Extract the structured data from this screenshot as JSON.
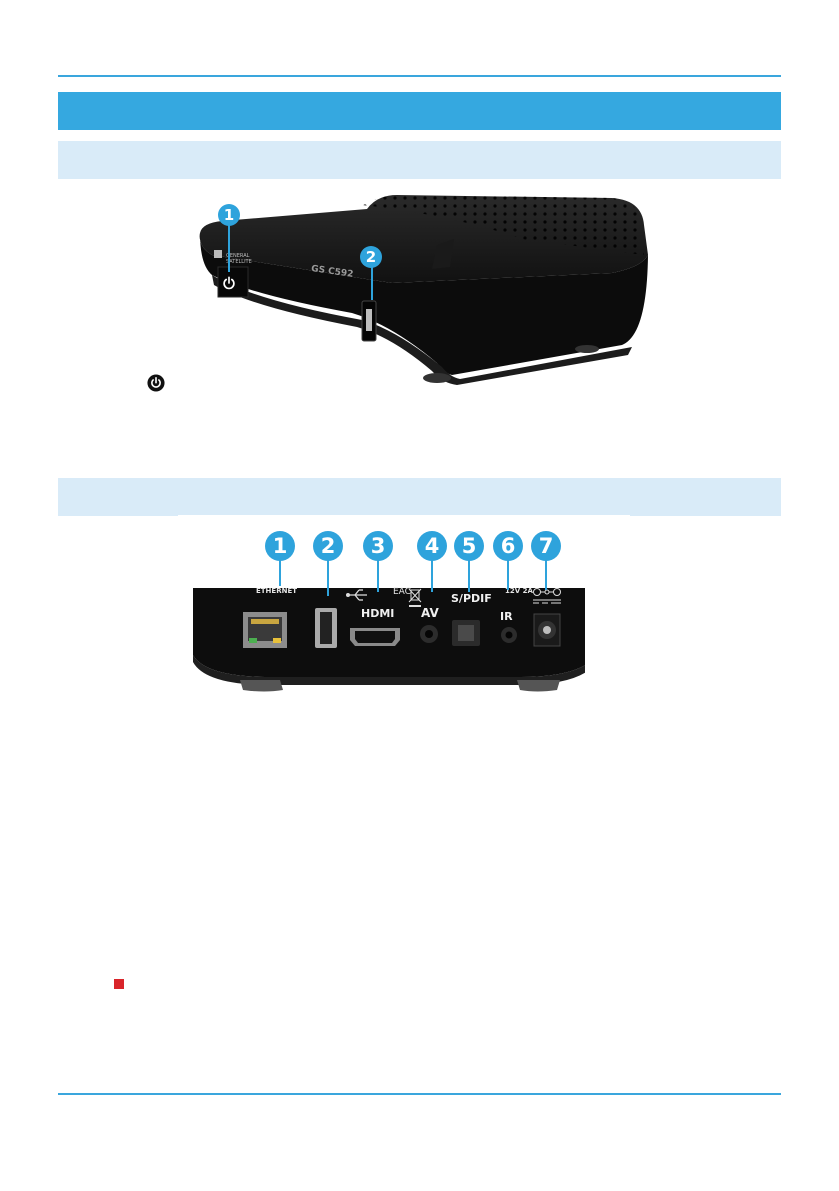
{
  "front_panel": {
    "model_label": "GS C592",
    "callouts": [
      "1",
      "2"
    ]
  },
  "rear_panel": {
    "callouts": [
      "1",
      "2",
      "3",
      "4",
      "5",
      "6",
      "7"
    ],
    "port_labels": {
      "ethernet": "ETHERNET",
      "hdmi": "HDMI",
      "av": "AV",
      "spdif": "S/PDIF",
      "ir": "IR",
      "power_rating": "12V 2A",
      "eac_mark": "EAC"
    }
  },
  "colors": {
    "rule": "#3aa6dd",
    "header_band": "#35a8e0",
    "sub_band": "#d9ebf8",
    "callout": "#2ea3dc",
    "bullet": "#d9252a"
  },
  "icons": [
    "power-icon",
    "usb-icon",
    "bin-icon",
    "dc-polarity-icon",
    "bullet-marker"
  ]
}
